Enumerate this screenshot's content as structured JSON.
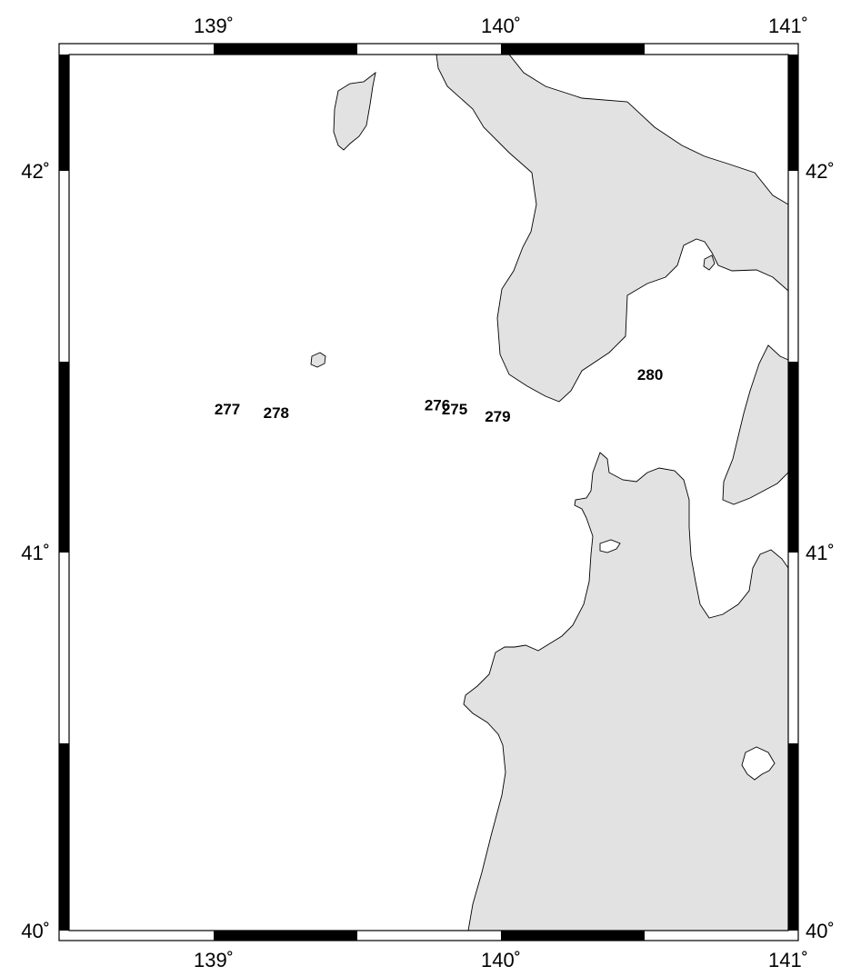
{
  "map": {
    "lon_range": [
      138.5,
      141
    ],
    "lat_range": [
      40,
      42.3
    ],
    "land_color": "#e2e2e2",
    "ocean_color": "#ffffff",
    "x_ticks": [
      {
        "value": 139,
        "label": "139˚"
      },
      {
        "value": 140,
        "label": "140˚"
      },
      {
        "value": 141,
        "label": "141˚"
      }
    ],
    "y_ticks": [
      {
        "value": 40,
        "label": "40˚"
      },
      {
        "value": 41,
        "label": "41˚"
      },
      {
        "value": 42,
        "label": "42˚"
      }
    ],
    "stations": [
      {
        "id": "277",
        "label": "277",
        "lon": 139.05,
        "lat": 41.37
      },
      {
        "id": "278",
        "label": "278",
        "lon": 139.22,
        "lat": 41.36
      },
      {
        "id": "276",
        "label": "276",
        "lon": 139.78,
        "lat": 41.38
      },
      {
        "id": "275",
        "label": "275",
        "lon": 139.84,
        "lat": 41.37
      },
      {
        "id": "279",
        "label": "279",
        "lon": 139.99,
        "lat": 41.35
      },
      {
        "id": "280",
        "label": "280",
        "lon": 140.52,
        "lat": 41.46
      }
    ]
  }
}
